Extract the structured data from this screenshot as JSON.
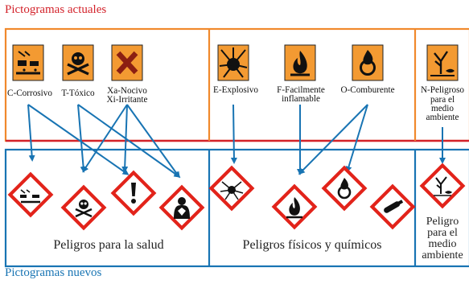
{
  "title_old": "Pictogramas actuales",
  "title_new": "Pictogramas nuevos",
  "colors": {
    "old_accent": "#d3222a",
    "new_accent": "#1874b3",
    "old_box_border": "#f0892c",
    "arrow": "#1874b3",
    "old_symbol_bg": "#f39a32",
    "ghs_border": "#e2231a"
  },
  "old_pictograms": [
    {
      "label": "C-Corrosivo",
      "icon": "corrosive-icon"
    },
    {
      "label": "T-Tóxico",
      "icon": "skull-crossbones-icon"
    },
    {
      "label_lines": [
        "Xa-Nocivo",
        "Xi-Irritante"
      ],
      "icon": "cross-x-icon"
    },
    {
      "label": "E-Explosivo",
      "icon": "exploding-bomb-icon"
    },
    {
      "label_lines": [
        "F-Facilmente",
        "inflamable"
      ],
      "icon": "flame-icon"
    },
    {
      "label": "O-Comburente",
      "icon": "flame-over-circle-icon"
    },
    {
      "label_lines": [
        "N-Peligroso",
        "para el",
        "medio",
        "ambiente"
      ],
      "icon": "dead-tree-fish-icon"
    }
  ],
  "new_pictograms": [
    {
      "icon": "corrosion-icon"
    },
    {
      "icon": "skull-crossbones-icon"
    },
    {
      "icon": "exclamation-mark-icon"
    },
    {
      "icon": "health-hazard-icon"
    },
    {
      "icon": "exploding-bomb-icon"
    },
    {
      "icon": "flame-icon"
    },
    {
      "icon": "flame-over-circle-icon"
    },
    {
      "icon": "gas-cylinder-icon"
    },
    {
      "icon": "environment-icon"
    }
  ],
  "categories": {
    "health": "Peligros para la salud",
    "physical": "Peligros físicos y químicos",
    "environment_lines": [
      "Peligro",
      "para el",
      "medio",
      "ambiente"
    ]
  }
}
